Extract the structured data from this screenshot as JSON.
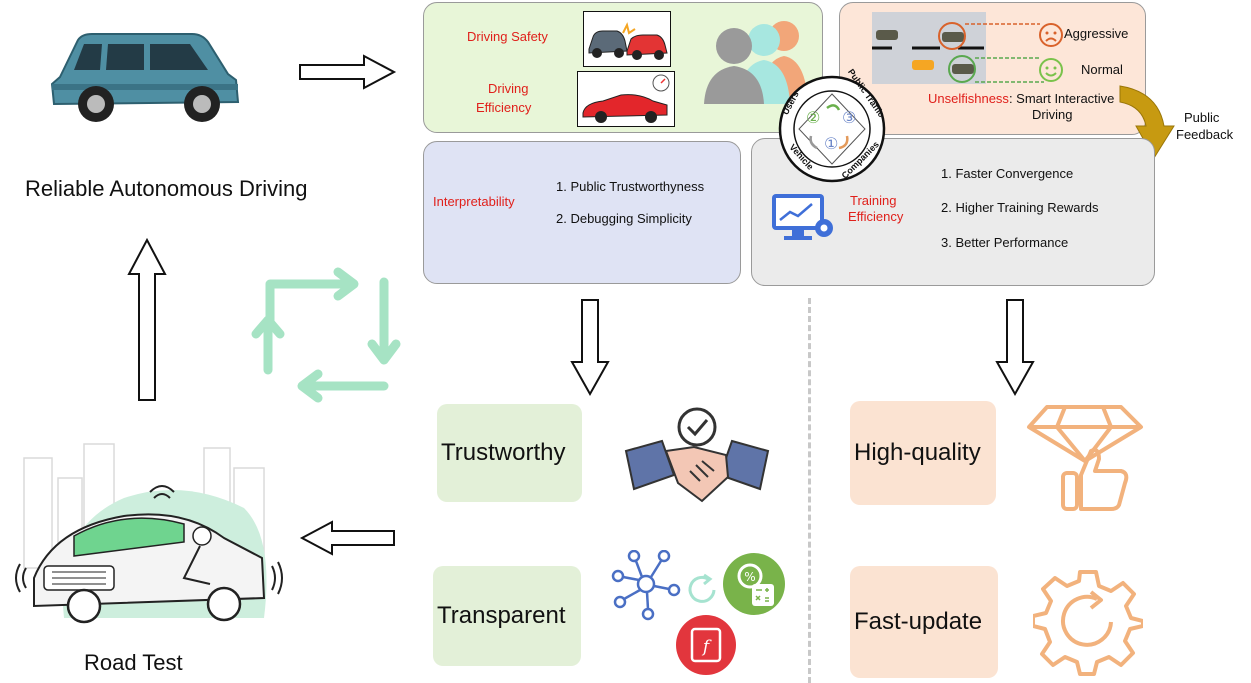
{
  "left": {
    "top_caption": "Reliable Autonomous Driving",
    "bottom_caption": "Road Test"
  },
  "panels": {
    "safety": {
      "safety_label": "Driving Safety",
      "efficiency_label_1": "Driving",
      "efficiency_label_2": "Efficiency"
    },
    "unselfish": {
      "aggressive": "Aggressive",
      "normal": "Normal",
      "title_red": "Unselfishness",
      "title_rest": ": Smart Interactive",
      "title_line2": "Driving"
    },
    "feedback": {
      "line1": "Public",
      "line2": "Feedback"
    },
    "interpretability": {
      "label": "Interpretability",
      "items": [
        "1. Public Trustworthyness",
        "2. Debugging Simplicity"
      ]
    },
    "training": {
      "label_1": "Training",
      "label_2": "Efficiency",
      "items": [
        "1. Faster Convergence",
        "2. Higher Training Rewards",
        "3. Better Performance"
      ]
    },
    "circle": {
      "users": "Users",
      "public_traffic": "Public Traffic",
      "vehicle": "Vehicle",
      "companies": "Companies",
      "n1": "①",
      "n2": "②",
      "n3": "③"
    }
  },
  "outcomes": {
    "trustworthy": "Trustworthy",
    "transparent": "Transparent",
    "high_quality": "High-quality",
    "fast_update": "Fast-update"
  },
  "colors": {
    "green_panel": "#e8f6d8",
    "orange_panel": "#fde6d8",
    "blue_panel": "#dfe3f4",
    "gray_panel": "#ebebeb",
    "green_label": "#e3f0d8",
    "orange_label": "#fbe3d2",
    "accent_red": "#e0201b",
    "icon_orange": "#f2b27d"
  }
}
